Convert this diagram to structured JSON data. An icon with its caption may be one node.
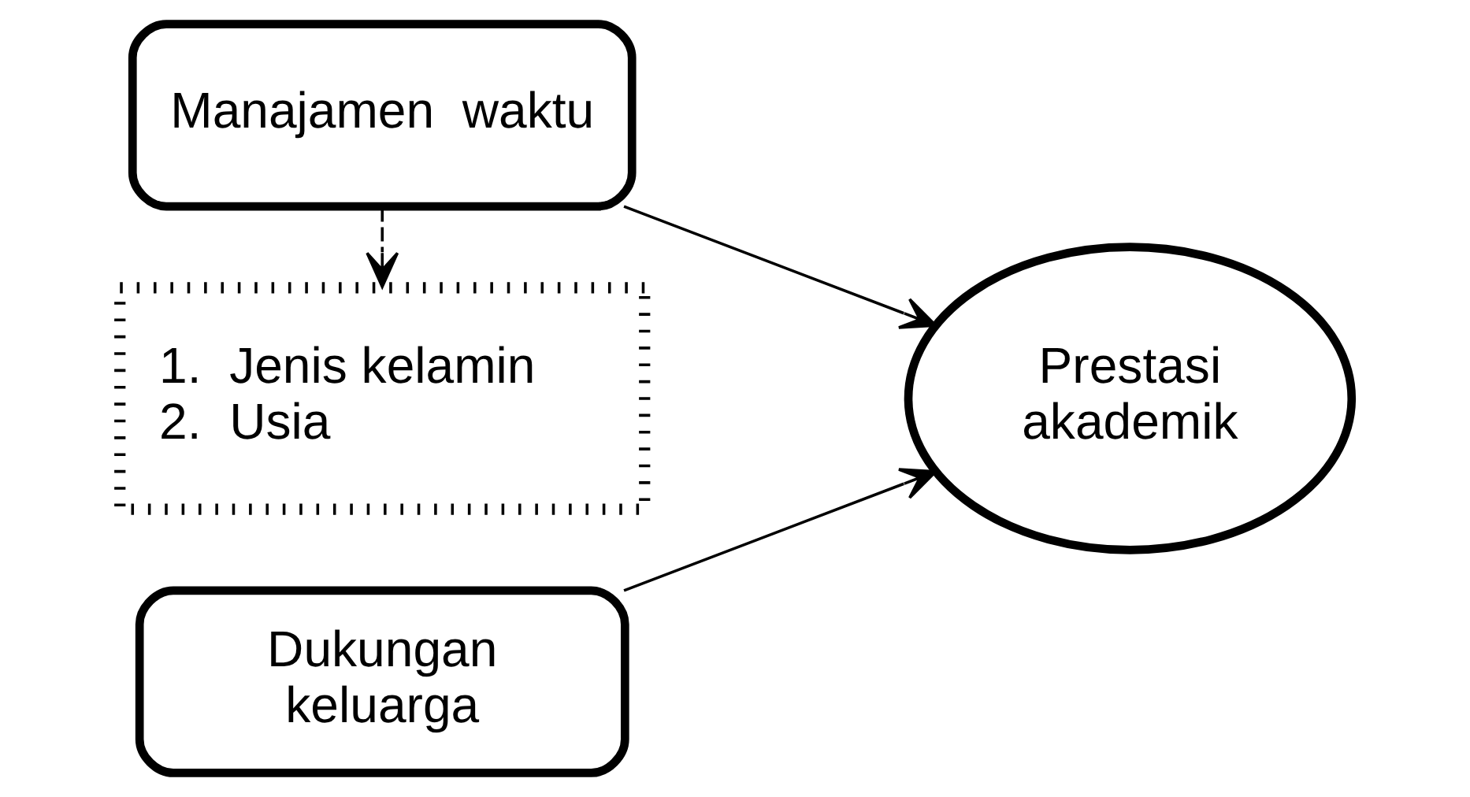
{
  "diagram": {
    "nodes": [
      {
        "text": [
          "Manajamen  waktu"
        ]
      },
      {
        "text": [
          "Dukungan keluarga"
        ]
      },
      {
        "text": [
          "Prestasi akademik"
        ]
      },
      {
        "text": [
          "1.  Jenis kelamin",
          "2.  Usia"
        ]
      }
    ],
    "edges": [
      {
        "from": 0,
        "to": 2,
        "arrow": "to"
      },
      {
        "from": 1,
        "to": 2,
        "arrow": "to"
      },
      {
        "from": 0,
        "to": 3,
        "arrow": "to",
        "style": "dashed"
      }
    ]
  }
}
